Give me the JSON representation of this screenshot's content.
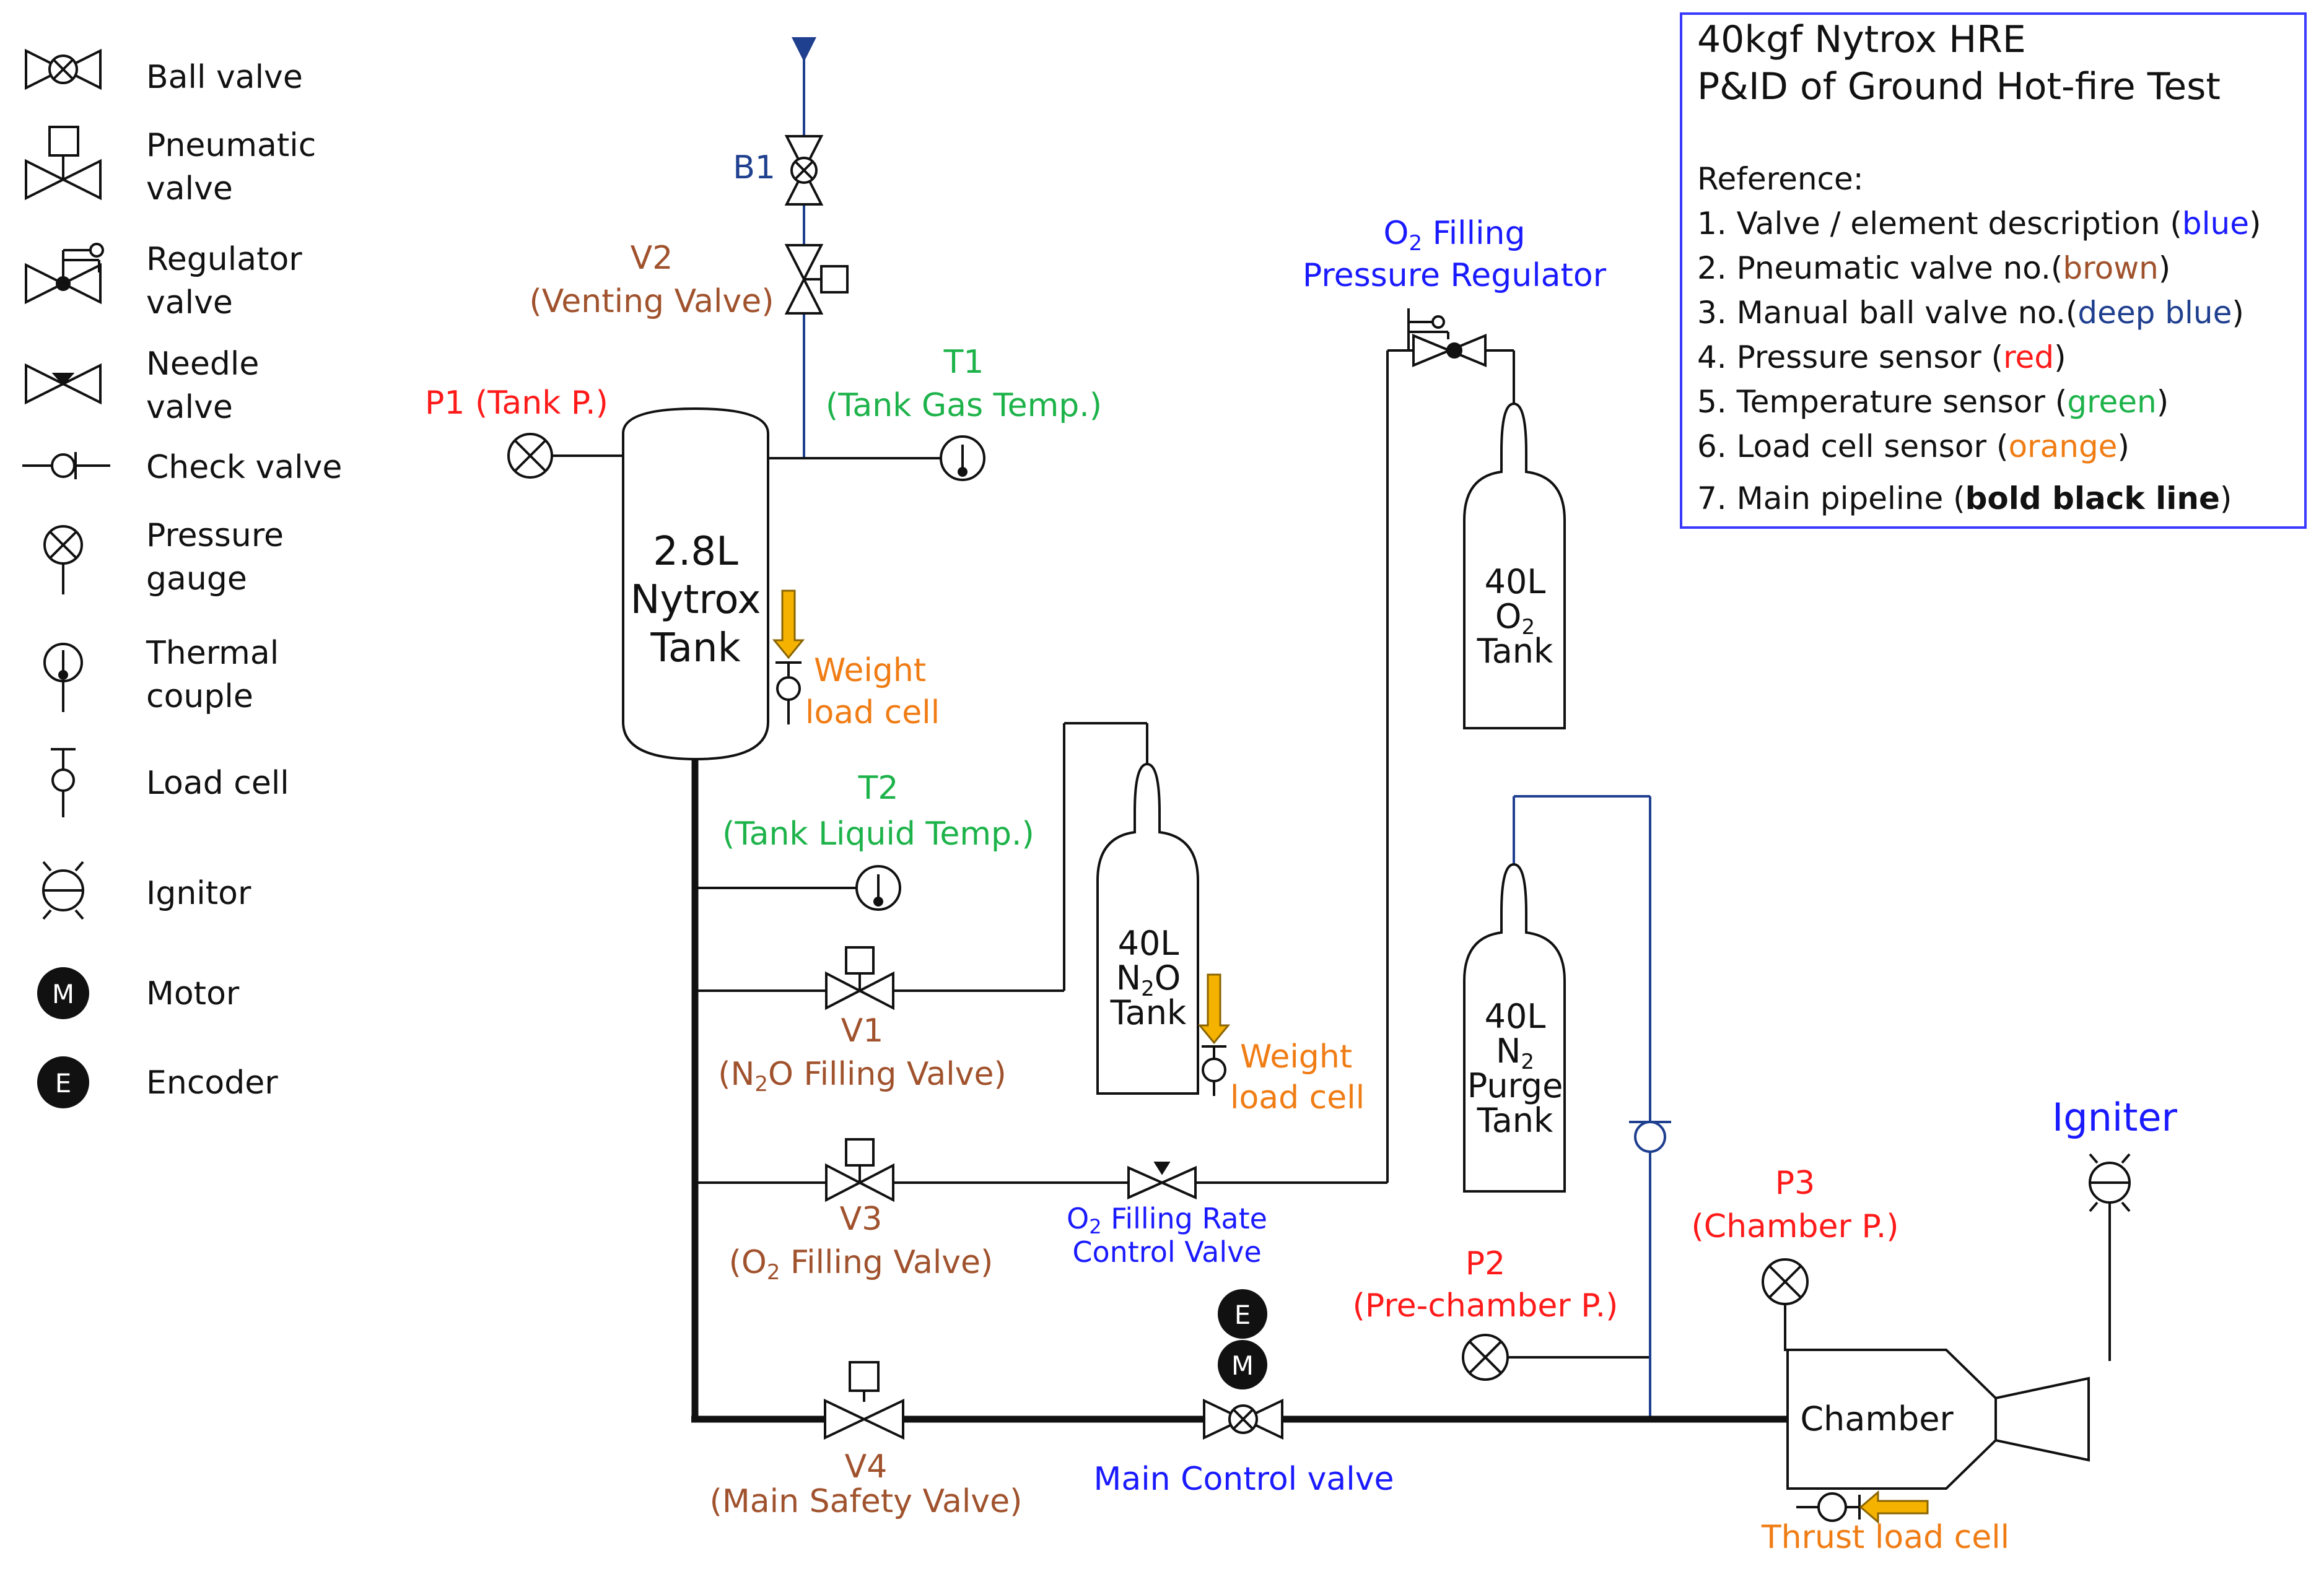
{
  "legend": {
    "ball_valve": "Ball valve",
    "pneumatic_1": "Pneumatic",
    "pneumatic_2": "valve",
    "regulator_1": "Regulator",
    "regulator_2": "valve",
    "needle_1": "Needle",
    "needle_2": "valve",
    "check_valve": "Check valve",
    "pressure_1": "Pressure",
    "pressure_2": "gauge",
    "thermal_1": "Thermal",
    "thermal_2": "couple",
    "load_cell": "Load cell",
    "ignitor": "Ignitor",
    "motor": "Motor",
    "motor_glyph": "M",
    "encoder": "Encoder",
    "encoder_glyph": "E"
  },
  "reference_box": {
    "title_1": "40kgf Nytrox HRE",
    "title_2": "P&ID of Ground Hot-fire Test",
    "heading": "Reference:",
    "item_1": "1. Valve / element description (",
    "item_1_color": "blue",
    "item_2": "2. Pneumatic valve no.(",
    "item_2_color": "brown",
    "item_3": "3. Manual ball valve no.(",
    "item_3_color": "deep blue",
    "item_4": "4. Pressure sensor (",
    "item_4_color": "red",
    "item_5": "5. Temperature sensor (",
    "item_5_color": "green",
    "item_6": "6. Load cell sensor (",
    "item_6_color": "orange",
    "item_7": "7. Main pipeline (",
    "item_7_bold": "bold black line",
    "close_paren": ")"
  },
  "labels": {
    "b1": "B1",
    "v2_id": "V2",
    "v2_desc": "(Venting Valve)",
    "t1_id": "T1",
    "t1_desc": "(Tank Gas Temp.)",
    "p1": "P1 (Tank P.)",
    "nytrox_1": "2.8L",
    "nytrox_2": "Nytrox",
    "nytrox_3": "Tank",
    "weight_1": "Weight",
    "weight_2": "load cell",
    "t2_id": "T2",
    "t2_desc": "(Tank Liquid Temp.)",
    "v1_id": "V1",
    "v1_desc_a": "(N",
    "v1_desc_sub": "2",
    "v1_desc_b": "O Filling Valve)",
    "v3_id": "V3",
    "v3_desc_a": "(O",
    "v3_desc_sub": "2",
    "v3_desc_b": " Filling Valve)",
    "o2_rate_a": "O",
    "o2_rate_sub": "2",
    "o2_rate_b": " Filling Rate",
    "o2_rate_2": "Control  Valve",
    "v4_id": "V4",
    "v4_desc": "(Main Safety Valve)",
    "main_control": "Main Control valve",
    "o2_reg_a": "O",
    "o2_reg_sub": "2",
    "o2_reg_b": " Filling",
    "o2_reg_2": "Pressure Regulator",
    "o2_tank_1": "40L",
    "o2_tank_2": "O",
    "o2_tank_2_sub": "2",
    "o2_tank_3": "Tank",
    "n2o_tank_1": "40L",
    "n2o_tank_2a": "N",
    "n2o_tank_2_sub": "2",
    "n2o_tank_2b": "O",
    "n2o_tank_3": "Tank",
    "weight2_1": "Weight",
    "weight2_2": "load cell",
    "n2_tank_1": "40L",
    "n2_tank_2": "N",
    "n2_tank_2_sub": "2",
    "n2_tank_3": "Purge",
    "n2_tank_4": "Tank",
    "p2_id": "P2",
    "p2_desc": "(Pre-chamber P.)",
    "p3_id": "P3",
    "p3_desc": "(Chamber P.)",
    "igniter": "Igniter",
    "chamber": "Chamber",
    "thrust": "Thrust load cell",
    "motor_glyph": "M",
    "encoder_glyph": "E"
  },
  "colors": {
    "blue": "#1a1aff",
    "deep_blue": "#1f3f8f",
    "brown": "#a0522d",
    "red": "#ff1a1a",
    "green": "#1db34a",
    "orange": "#f07c14",
    "black": "#111111"
  }
}
